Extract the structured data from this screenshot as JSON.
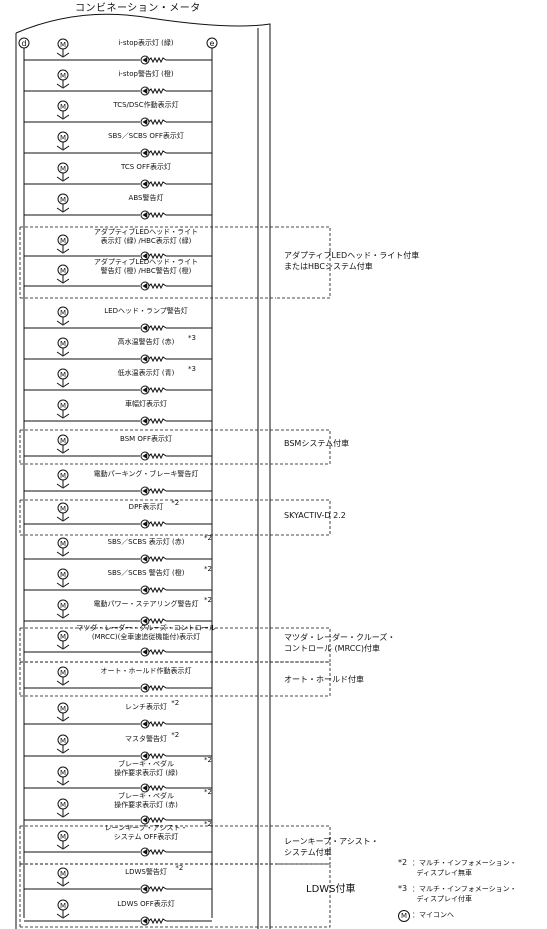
{
  "title": "コンビネーション・メータ",
  "terminals": {
    "left": "d",
    "right": "e"
  },
  "motor_symbol": "M",
  "indicators": [
    {
      "label": "i-stop表示灯 (緑)",
      "note": ""
    },
    {
      "label": "i-stop警告灯 (橙)",
      "note": ""
    },
    {
      "label": "TCS/DSC作動表示灯",
      "note": ""
    },
    {
      "label": "SBS／SCBS OFF表示灯",
      "note": ""
    },
    {
      "label": "TCS OFF表示灯",
      "note": ""
    },
    {
      "label": "ABS警告灯",
      "note": ""
    },
    {
      "label": "アダプティブLEDヘッド・ライト\n表示灯 (緑) /HBC表示灯 (緑)",
      "note": ""
    },
    {
      "label": "アダプティブLEDヘッド・ライト\n警告灯 (橙) /HBC警告灯 (橙)",
      "note": ""
    },
    {
      "label": "LEDヘッド・ランプ警告灯",
      "note": ""
    },
    {
      "label": "高水温警告灯 (赤)",
      "note": "*3"
    },
    {
      "label": "低水温表示灯 (青)",
      "note": "*3"
    },
    {
      "label": "車幅灯表示灯",
      "note": ""
    },
    {
      "label": "BSM OFF表示灯",
      "note": ""
    },
    {
      "label": "電動パーキング・ブレーキ警告灯",
      "note": ""
    },
    {
      "label": "DPF表示灯",
      "note": "*2"
    },
    {
      "label": "SBS／SCBS 表示灯 (赤)",
      "note": "*2"
    },
    {
      "label": "SBS／SCBS 警告灯 (橙)",
      "note": "*2"
    },
    {
      "label": "電動パワー・ステアリング警告灯",
      "note": "*2"
    },
    {
      "label": "マツダ・レーダー・クルーズ・コントロール\n(MRCC)(全車速追従機能付)表示灯",
      "note": ""
    },
    {
      "label": "オート・ホールド作動表示灯",
      "note": ""
    },
    {
      "label": "レンチ表示灯",
      "note": "*2"
    },
    {
      "label": "マスタ警告灯",
      "note": "*2"
    },
    {
      "label": "ブレーキ・ペダル\n操作要求表示灯 (緑)",
      "note": "*2"
    },
    {
      "label": "ブレーキ・ペダル\n操作要求表示灯 (赤)",
      "note": "*2"
    },
    {
      "label": "レーンキープ・アシスト・\nシステム OFF表示灯",
      "note": "*2"
    },
    {
      "label": "LDWS警告灯",
      "note": "*2"
    },
    {
      "label": "LDWS OFF表示灯",
      "note": ""
    }
  ],
  "groups": [
    {
      "label": "アダプティブLEDヘッド・ライト付車\nまたはHBCシステム付車"
    },
    {
      "label": "BSMシステム付車"
    },
    {
      "label": "SKYACTIV-D 2.2"
    },
    {
      "label": "マツダ・レーダー・クルーズ・\nコントロール (MRCC)付車"
    },
    {
      "label": "オート・ホールド付車"
    },
    {
      "label": "レーンキープ・アシスト・\nシステム付車"
    },
    {
      "label": "LDWS付車"
    }
  ],
  "legend": [
    {
      "mark": "*2",
      "text": "：マルチ・インフォメーション・\n  ディスプレイ無車"
    },
    {
      "mark": "*3",
      "text": "：マルチ・インフォメーション・\n  ディスプレイ付車"
    },
    {
      "mark": "M",
      "text": "：マイコンへ"
    }
  ]
}
